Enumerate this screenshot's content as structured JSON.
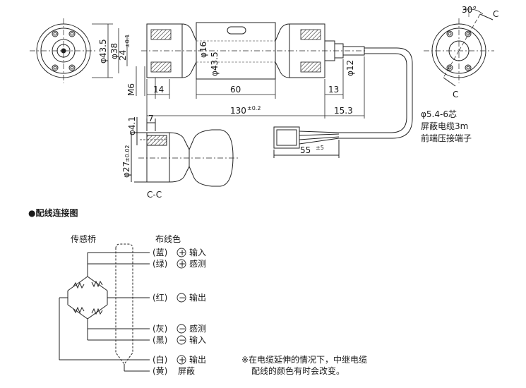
{
  "drawing": {
    "dims": {
      "d43_5_left": "φ43.5",
      "d38": "φ38",
      "d24": "24",
      "d24_tol": "±0.1",
      "m6": "M6",
      "d16": "φ16",
      "d43_5_mid": "φ43.5",
      "w14": "14",
      "w60": "60",
      "w13": "13",
      "w130": "130",
      "w130_tol": "±0.2",
      "w15_3": "15.3",
      "d12": "φ12",
      "angle30": "30°",
      "c_top": "C",
      "c_bottom": "C",
      "d4_1": "φ4.1",
      "w7": "7",
      "d27": "φ27",
      "d27_tol": "±0.02",
      "section": "C-C",
      "w55": "55",
      "w55_tol": "±5"
    },
    "cable_note": [
      "φ5.4-6芯",
      "屏蔽电缆3m",
      "前端压接端子"
    ]
  },
  "wiring": {
    "title": "●配线连接图",
    "bridge_label": "传感桥",
    "color_label": "布线色",
    "wires": [
      {
        "color": "(蓝)",
        "sign": "+",
        "func": "输入"
      },
      {
        "color": "(绿)",
        "sign": "+",
        "func": "感测"
      },
      {
        "color": "(红)",
        "sign": "−",
        "func": "输出"
      },
      {
        "color": "(灰)",
        "sign": "−",
        "func": "感测"
      },
      {
        "color": "(黑)",
        "sign": "−",
        "func": "输入"
      },
      {
        "color": "(白)",
        "sign": "+",
        "func": "输出"
      },
      {
        "color": "(黄)",
        "sign": "",
        "func": "屏蔽"
      }
    ],
    "note": [
      "※在电缆延伸的情况下，中继电缆",
      "配线的颜色有时会改变。"
    ]
  }
}
